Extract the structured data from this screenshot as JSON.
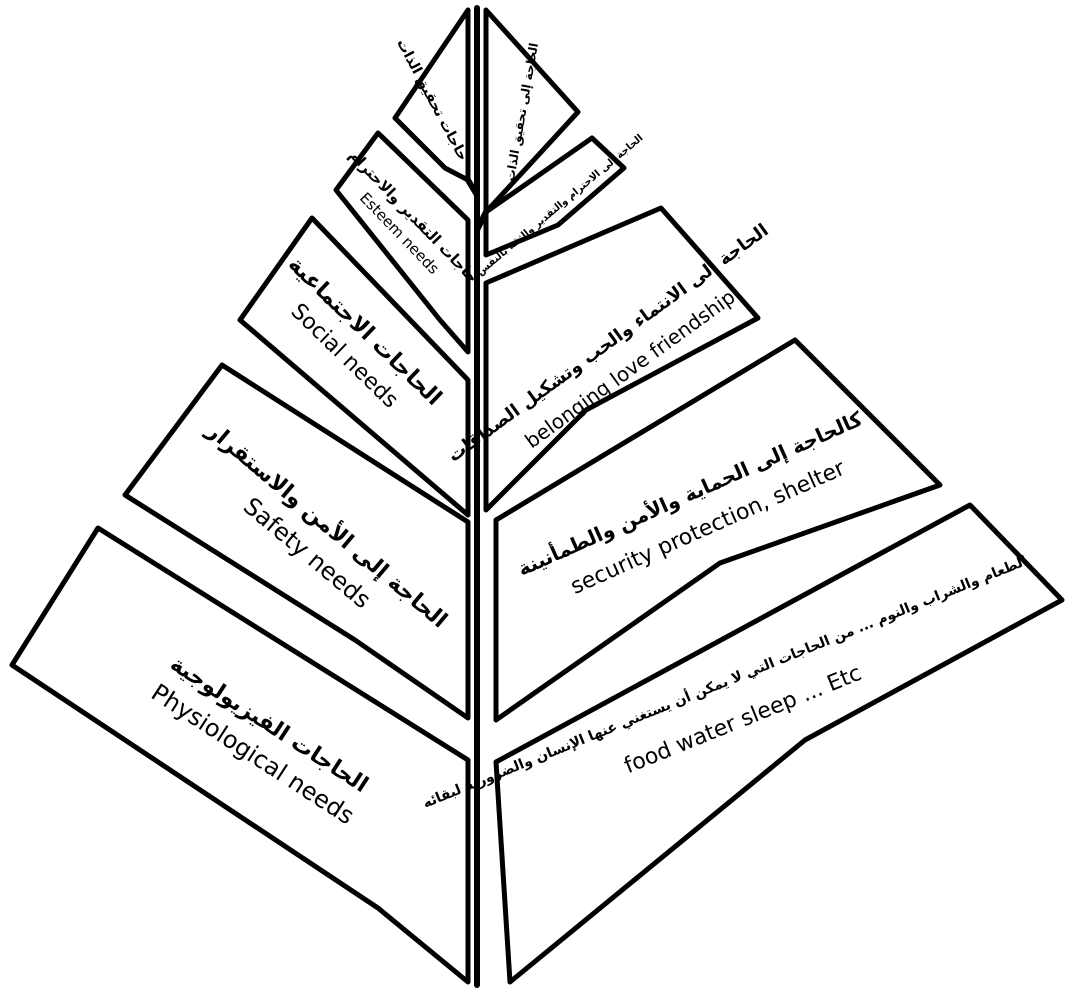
{
  "pyramid": {
    "left_levels": [
      {
        "ar": "حاجات تحقيق الذات",
        "en": ""
      },
      {
        "ar": "حاجات التقدير والاحترام",
        "en": "Esteem needs"
      },
      {
        "ar": "الحاجات الاجتماعية",
        "en": "Social needs"
      },
      {
        "ar": "الحاجة إلى الأمن والاستقرار",
        "en": "Safety needs"
      },
      {
        "ar": "الحاجات الفيزيولوجية",
        "en": "Physiological needs"
      }
    ],
    "right_levels": [
      {
        "ar": "الحاجة إلى تحقيق الذات",
        "en": ""
      },
      {
        "ar": "الحاجة إلى الاحترام والتقدير والثقة بالنفس",
        "en": ""
      },
      {
        "ar": "الحاجة إلى الانتماء والحب وتشكيل الصداقات",
        "en": "belonging love friendship"
      },
      {
        "ar": "كالحاجة إلى الحماية والأمن والطمأنينة",
        "en": "security protection, shelter"
      },
      {
        "ar": "الطعام والشراب والنوم ... من الحاجات التي لا يمكن أن يستغني عنها الإنسان والضرورية لبقائه",
        "en": "food water sleep ... Etc"
      }
    ]
  }
}
